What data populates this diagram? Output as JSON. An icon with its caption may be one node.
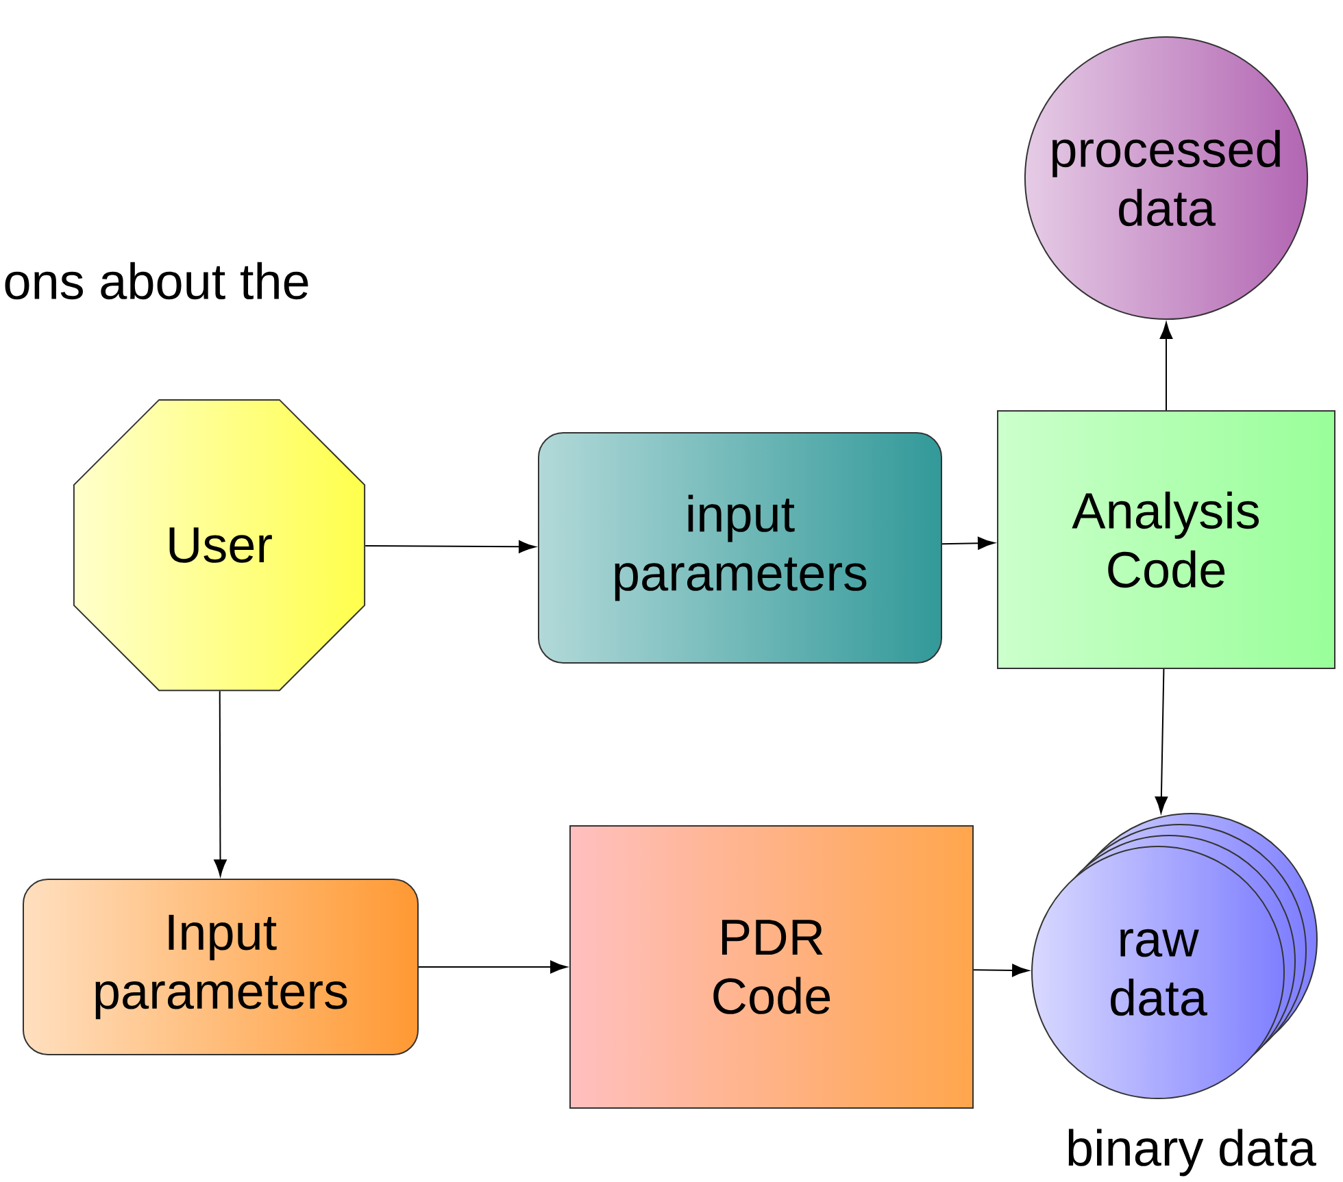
{
  "diagram": {
    "nodes": [
      {
        "text": [
          "User"
        ]
      },
      {
        "text": [
          "input parameters"
        ]
      },
      {
        "text": [
          "Analysis Code"
        ]
      },
      {
        "text": [
          "processed data"
        ]
      },
      {
        "text": [
          "Input parameters"
        ]
      },
      {
        "text": [
          "PDR Code"
        ]
      },
      {
        "text": [
          "raw data"
        ],
        "beside": [
          "binary data"
        ]
      }
    ],
    "edges": [
      {
        "from": 0,
        "to": 1,
        "arrow": "to"
      },
      {
        "from": 1,
        "to": 2,
        "arrow": "to"
      },
      {
        "from": 2,
        "to": 3,
        "arrow": "to"
      },
      {
        "from": 2,
        "to": 6,
        "arrow": "to"
      },
      {
        "from": 0,
        "to": 4,
        "arrow": "to"
      },
      {
        "from": 4,
        "to": 5,
        "arrow": "to"
      },
      {
        "from": 5,
        "to": 6,
        "arrow": "to"
      }
    ],
    "labels": [
      "ons about the"
    ]
  }
}
